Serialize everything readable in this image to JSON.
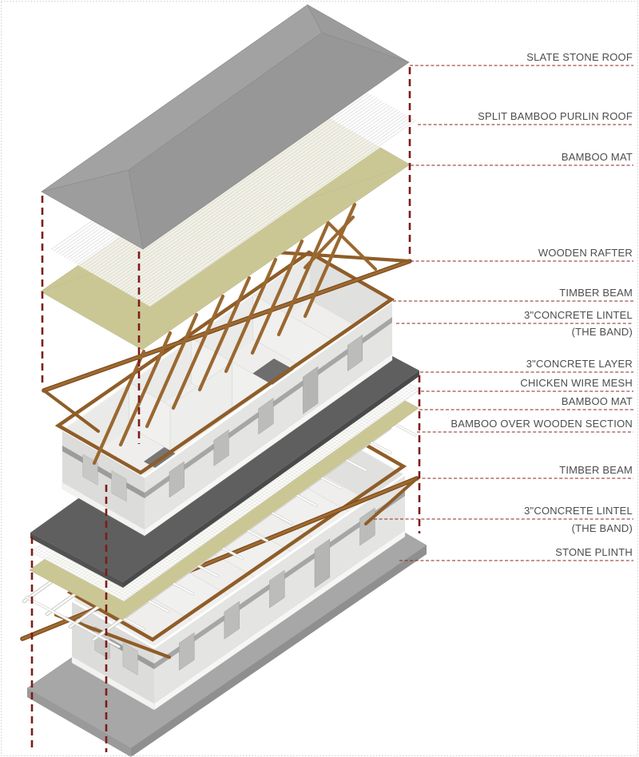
{
  "diagram": {
    "type": "exploded-axonometric-construction-diagram",
    "labels": [
      {
        "text": "SLATE STONE ROOF"
      },
      {
        "text": "SPLIT BAMBOO PURLIN ROOF"
      },
      {
        "text": "BAMBOO MAT"
      },
      {
        "text": "WOODEN RAFTER"
      },
      {
        "text": "TIMBER BEAM"
      },
      {
        "text": "3\"CONCRETE LINTEL",
        "text2": "(THE BAND)"
      },
      {
        "text": "3\"CONCRETE LAYER"
      },
      {
        "text": "CHICKEN WIRE MESH"
      },
      {
        "text": "BAMBOO MAT"
      },
      {
        "text": "BAMBOO OVER WOODEN SECTION"
      },
      {
        "text": "TIMBER BEAM"
      },
      {
        "text": "3\"CONCRETE LINTEL",
        "text2": "(THE BAND)"
      },
      {
        "text": "STONE PLINTH"
      }
    ],
    "colors": {
      "roof_gray": "#9B9B9B",
      "bamboo_mat_olive": "#CBC795",
      "wood_brown": "#9A6328",
      "concrete_dark": "#5F5F5F",
      "plinth_gray": "#A7A7A7",
      "wall_light": "#E4E4E2",
      "lintel_band_gray": "#A2A2A2",
      "leader_red": "#8B2420",
      "projection_red": "#7E1B1B",
      "label_text": "#4C4D4F"
    }
  }
}
